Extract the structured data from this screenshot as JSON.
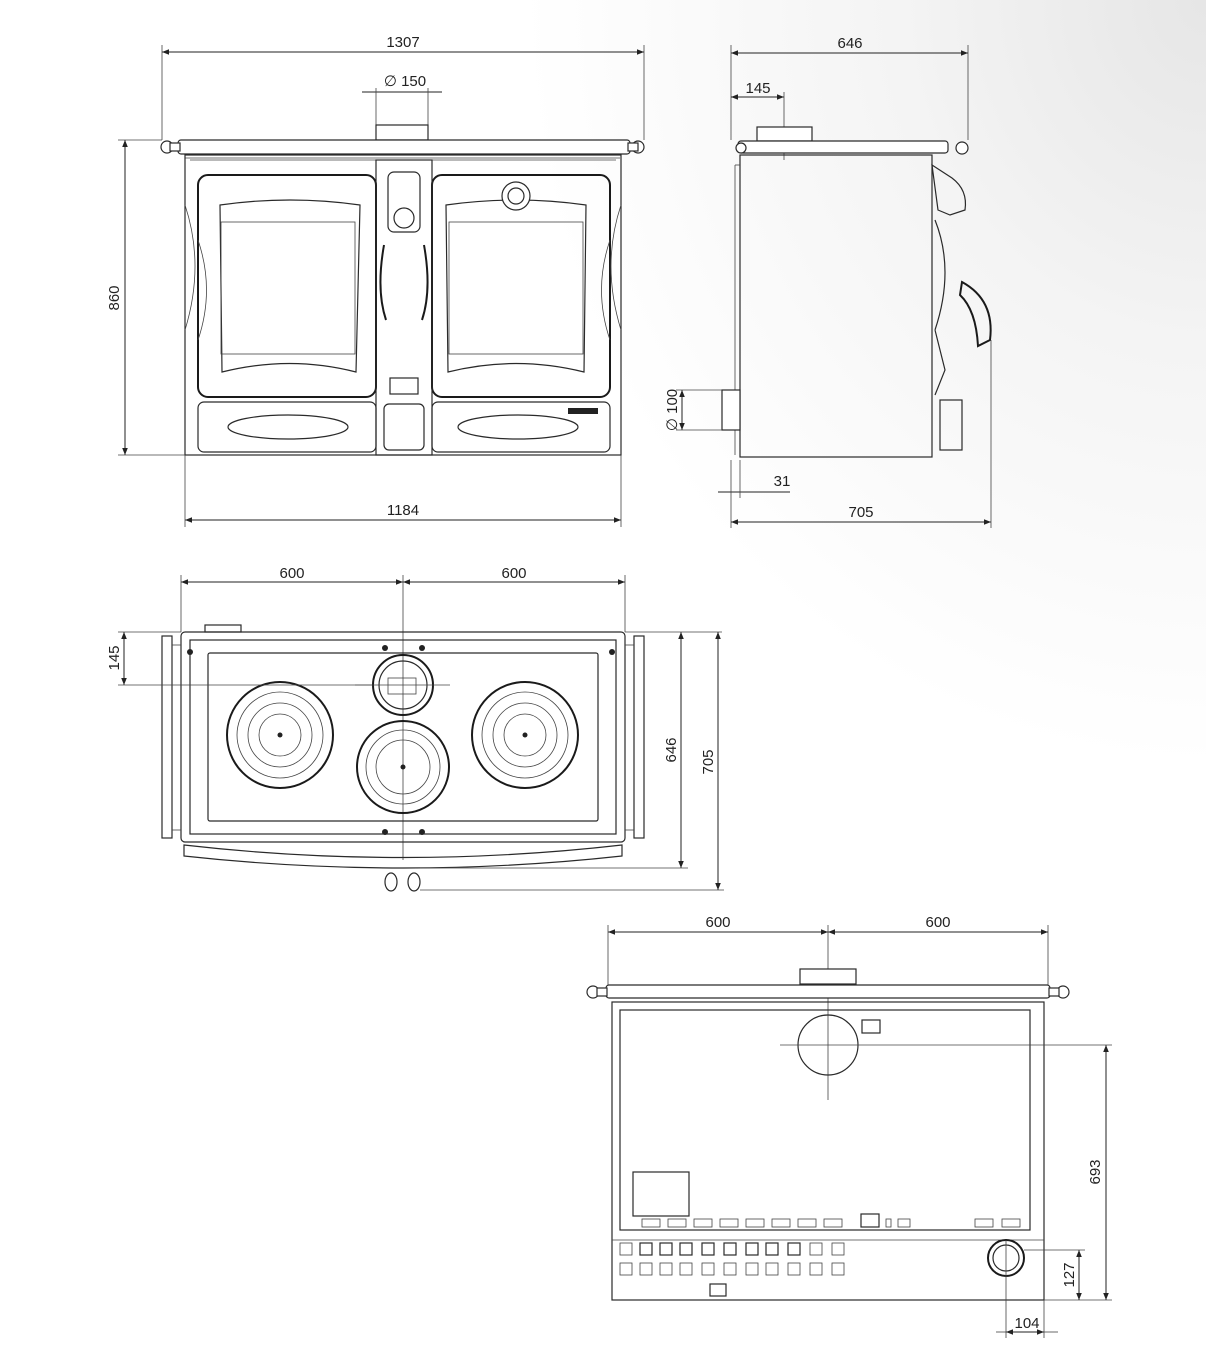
{
  "views": {
    "front": {
      "overall_width": "1307",
      "flue_diameter": "∅ 150",
      "height": "860",
      "base_width": "1184"
    },
    "side": {
      "depth_top": "646",
      "flue_offset": "145",
      "inlet_diameter": "∅ 100",
      "inlet_offset": "31",
      "depth_base": "705"
    },
    "top": {
      "left_width": "600",
      "right_width": "600",
      "flue_offset": "145",
      "inner_depth": "646",
      "outer_depth": "705"
    },
    "rear": {
      "left_width": "600",
      "right_width": "600",
      "flue_height": "693",
      "outlet_height": "127",
      "outlet_offset": "104"
    }
  },
  "colors": {
    "line": "#222222",
    "background": "#ffffff"
  }
}
